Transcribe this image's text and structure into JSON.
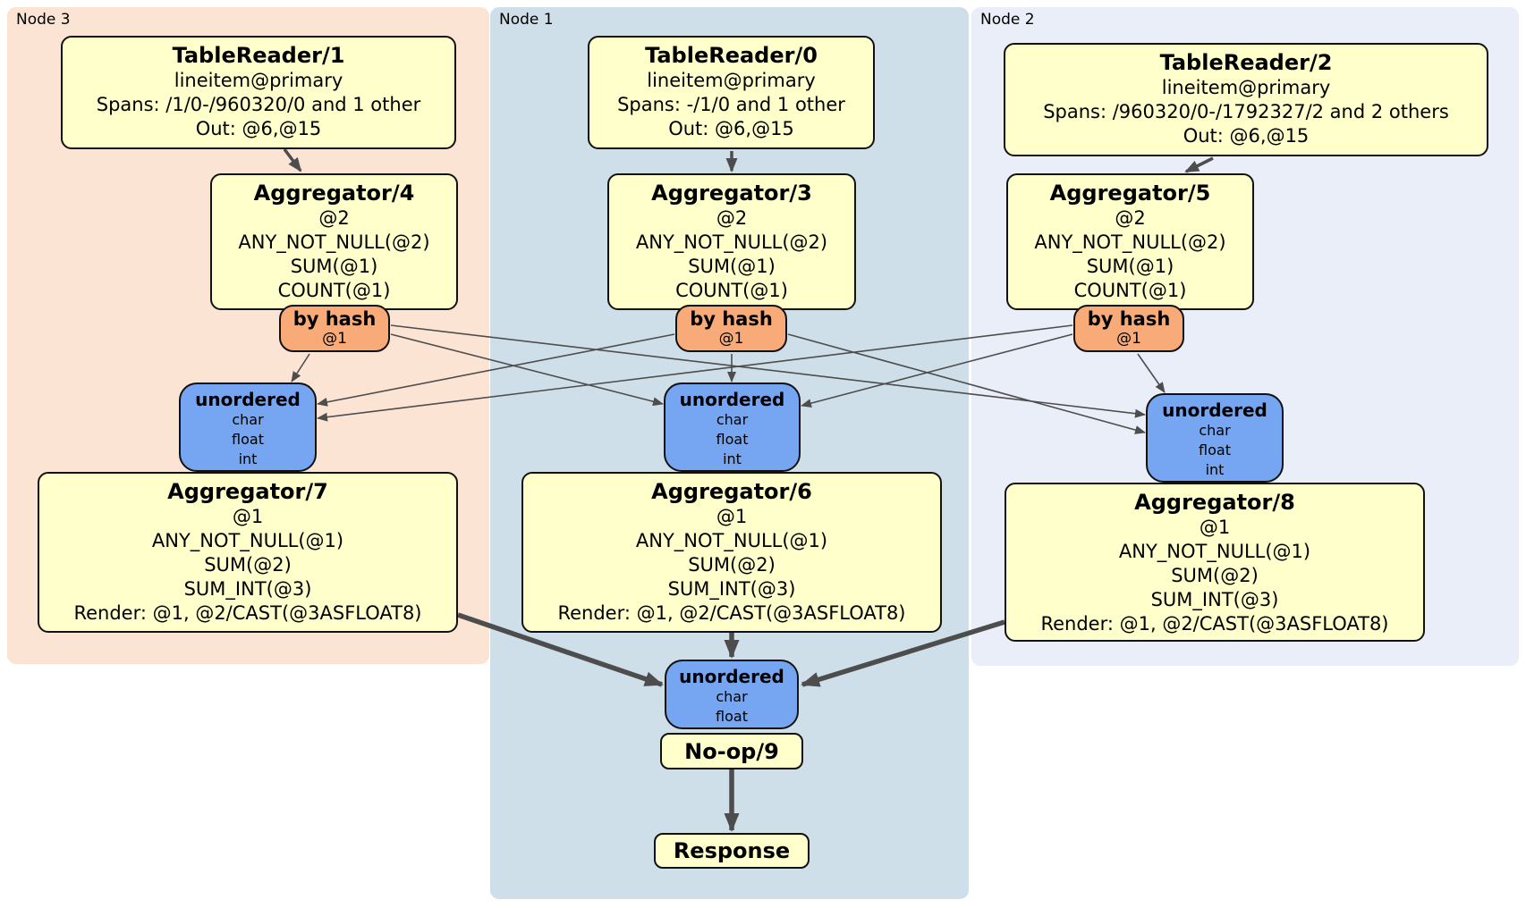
{
  "colors": {
    "panel_node3": "#fce4d5",
    "panel_node1": "#cfdfe9",
    "panel_node2": "#e9eef8",
    "processor_fill": "#ffffcc",
    "router_fill": "#f8ab78",
    "sync_fill": "#76a5f1",
    "edge": "#4d4d4d"
  },
  "panels": {
    "node3": {
      "label": "Node 3"
    },
    "node1": {
      "label": "Node 1"
    },
    "node2": {
      "label": "Node 2"
    }
  },
  "boxes": {
    "tr1": {
      "title": "TableReader/1",
      "line1": "lineitem@primary",
      "line2": "Spans: /1/0-/960320/0 and 1 other",
      "line3": "Out: @6,@15"
    },
    "tr0": {
      "title": "TableReader/0",
      "line1": "lineitem@primary",
      "line2": "Spans: -/1/0 and 1 other",
      "line3": "Out: @6,@15"
    },
    "tr2": {
      "title": "TableReader/2",
      "line1": "lineitem@primary",
      "line2": "Spans: /960320/0-/1792327/2 and 2 others",
      "line3": "Out: @6,@15"
    },
    "agg4": {
      "title": "Aggregator/4",
      "line1": "@2",
      "line2": "ANY_NOT_NULL(@2)",
      "line3": "SUM(@1)",
      "line4": "COUNT(@1)"
    },
    "agg3": {
      "title": "Aggregator/3",
      "line1": "@2",
      "line2": "ANY_NOT_NULL(@2)",
      "line3": "SUM(@1)",
      "line4": "COUNT(@1)"
    },
    "agg5": {
      "title": "Aggregator/5",
      "line1": "@2",
      "line2": "ANY_NOT_NULL(@2)",
      "line3": "SUM(@1)",
      "line4": "COUNT(@1)"
    },
    "hash3": {
      "title": "by hash",
      "detail": "@1"
    },
    "hash1": {
      "title": "by hash",
      "detail": "@1"
    },
    "hash2": {
      "title": "by hash",
      "detail": "@1"
    },
    "sync3": {
      "title": "unordered",
      "t1": "char",
      "t2": "float",
      "t3": "int"
    },
    "sync1": {
      "title": "unordered",
      "t1": "char",
      "t2": "float",
      "t3": "int"
    },
    "sync2": {
      "title": "unordered",
      "t1": "char",
      "t2": "float",
      "t3": "int"
    },
    "agg7": {
      "title": "Aggregator/7",
      "line1": "@1",
      "line2": "ANY_NOT_NULL(@1)",
      "line3": "SUM(@2)",
      "line4": "SUM_INT(@3)",
      "line5": "Render: @1, @2/CAST(@3ASFLOAT8)"
    },
    "agg6": {
      "title": "Aggregator/6",
      "line1": "@1",
      "line2": "ANY_NOT_NULL(@1)",
      "line3": "SUM(@2)",
      "line4": "SUM_INT(@3)",
      "line5": "Render: @1, @2/CAST(@3ASFLOAT8)"
    },
    "agg8": {
      "title": "Aggregator/8",
      "line1": "@1",
      "line2": "ANY_NOT_NULL(@1)",
      "line3": "SUM(@2)",
      "line4": "SUM_INT(@3)",
      "line5": "Render: @1, @2/CAST(@3ASFLOAT8)"
    },
    "syncf": {
      "title": "unordered",
      "t1": "char",
      "t2": "float"
    },
    "noop": {
      "title": "No-op/9"
    },
    "response": {
      "title": "Response"
    }
  }
}
